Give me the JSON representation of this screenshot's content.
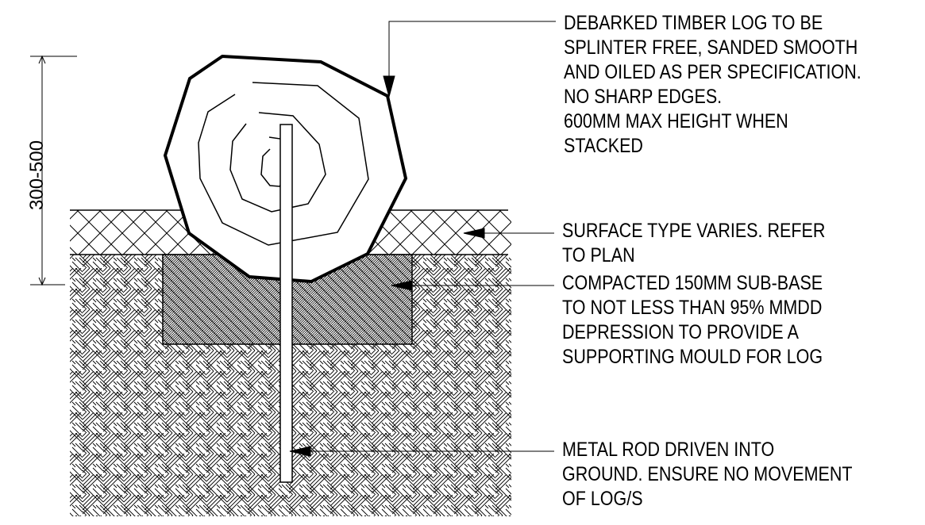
{
  "dimension": {
    "label": "300-500"
  },
  "annotations": [
    {
      "id": "timber-log-note",
      "lines": [
        "DEBARKED TIMBER LOG TO BE",
        "SPLINTER FREE, SANDED SMOOTH",
        "AND OILED AS PER SPECIFICATION.",
        "NO SHARP EDGES.",
        "600MM MAX HEIGHT WHEN",
        "STACKED"
      ]
    },
    {
      "id": "surface-note",
      "lines": [
        "SURFACE TYPE VARIES. REFER",
        "TO PLAN"
      ]
    },
    {
      "id": "subbase-note",
      "lines": [
        "COMPACTED 150MM SUB-BASE",
        "TO NOT LESS THAN 95% MMDD",
        "DEPRESSION TO PROVIDE A",
        "SUPPORTING MOULD FOR LOG"
      ]
    },
    {
      "id": "rod-note",
      "lines": [
        "METAL ROD DRIVEN INTO",
        "GROUND. ENSURE NO MOVEMENT",
        "OF LOG/S"
      ]
    }
  ]
}
